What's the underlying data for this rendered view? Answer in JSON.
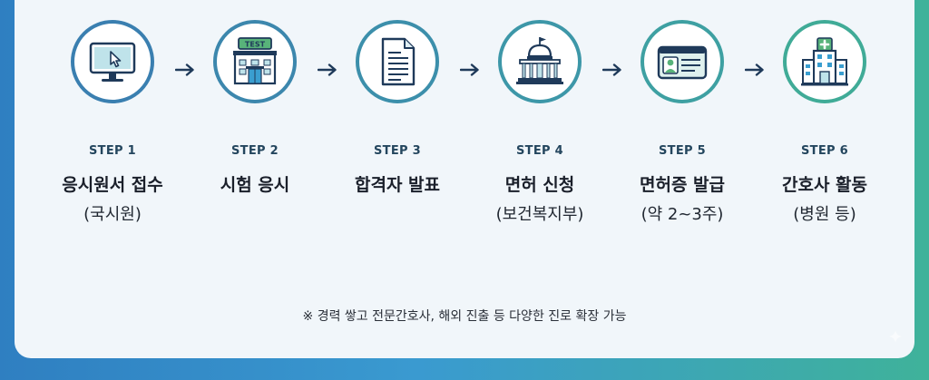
{
  "steps": [
    {
      "label": "STEP 1",
      "title": "응시원서 접수",
      "sub": "(국시원)",
      "icon": "computer-cursor-icon",
      "ring": "#3a7fb0"
    },
    {
      "label": "STEP 2",
      "title": "시험 응시",
      "sub": "",
      "icon": "test-building-icon",
      "badge": "TEST",
      "ring": "#3c87ad"
    },
    {
      "label": "STEP 3",
      "title": "합격자 발표",
      "sub": "",
      "icon": "document-icon",
      "ring": "#3c8fab"
    },
    {
      "label": "STEP 4",
      "title": "면허 신청",
      "sub": "(보건복지부)",
      "icon": "government-building-icon",
      "ring": "#3d97a8"
    },
    {
      "label": "STEP 5",
      "title": "면허증 발급",
      "sub": "(약 2~3주)",
      "icon": "license-card-icon",
      "ring": "#3ea0a2"
    },
    {
      "label": "STEP 6",
      "title": "간호사 활동",
      "sub": "(병원 등)",
      "icon": "hospital-icon",
      "ring": "#40ab97"
    }
  ],
  "footnote": "※ 경력 쌓고 전문간호사, 해외 진출 등 다양한 진로 확장 가능",
  "colors": {
    "navy": "#1f3a5a",
    "teal": "#3a9e8a",
    "green": "#58b37a"
  }
}
